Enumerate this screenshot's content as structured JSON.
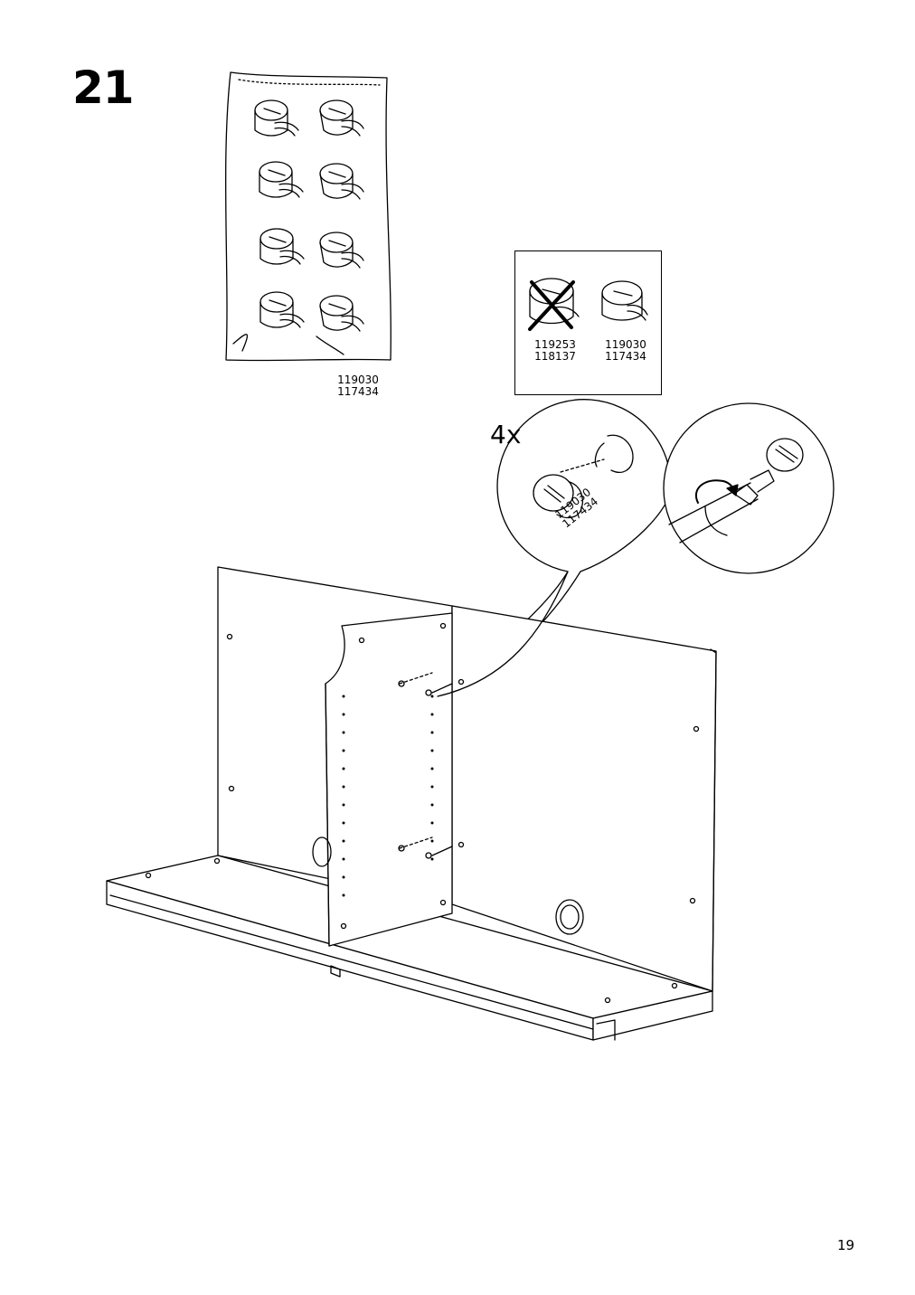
{
  "step": {
    "number": "21"
  },
  "bag": {
    "code_line1": "119030",
    "code_line2": "117434"
  },
  "comparison": {
    "wrong": {
      "code_line1": "119253",
      "code_line2": "118137"
    },
    "right": {
      "code_line1": "119030",
      "code_line2": "117434"
    }
  },
  "detail": {
    "quantity": "4x",
    "part_code_line1": "119030",
    "part_code_line2": "117434"
  },
  "icons": [
    "cam-lock-fitting-icon",
    "cross-out-icon",
    "screwdriver-icon",
    "rotate-arrow-icon"
  ],
  "page": {
    "number": "19"
  }
}
